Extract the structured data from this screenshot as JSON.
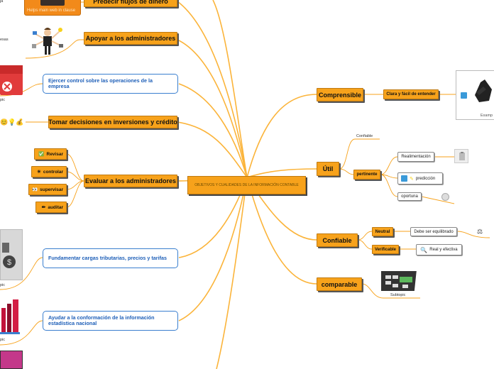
{
  "center": {
    "label": "OBJETIVOS Y CUALIDADES DE LA INFORMACIÓN CONTABLE"
  },
  "left": {
    "predecir": {
      "label": "Predecir flujos de dinero",
      "caption": "Helps main web in clause",
      "edge_text": "ja"
    },
    "apoyar": {
      "label": "Apoyar a los administradores",
      "side_text": "esas"
    },
    "ejercer": {
      "label": "Ejercer control sobre las operaciones de la empresa",
      "subtopic": "pic"
    },
    "tomar": {
      "label": "Tomar decisiones en inversiones y crédito",
      "emojis": "😊💡💰"
    },
    "evaluar": {
      "label": "Evaluar a los administradores",
      "children": [
        {
          "label": "Revisar",
          "icon": "check-icon",
          "glyph": "✅"
        },
        {
          "label": "controlar",
          "icon": "sun-icon",
          "glyph": "☀"
        },
        {
          "label": "supervisar",
          "icon": "eyes-icon",
          "glyph": "👀"
        },
        {
          "label": "auditar",
          "icon": "pencil-icon",
          "glyph": "✏"
        }
      ]
    },
    "fundamentar": {
      "label": "Fundamentar cargas tributarias, precios y tarifas",
      "subtopic": "pic"
    },
    "ayudar": {
      "label": "Ayudar a la conformación de la información estadística nacional",
      "subtopic": "pic"
    }
  },
  "right": {
    "comprensible": {
      "label": "Comprensible",
      "child": "Clara y fácil de entender",
      "image_caption": "Examp"
    },
    "util": {
      "label": "Útil",
      "confiable_text": "Confiable",
      "pertinente": {
        "label": "pertinente",
        "children": [
          {
            "label": "Realimentación",
            "icon": "clipboard-icon"
          },
          {
            "label": "predicción",
            "icon": "grid-icon"
          },
          {
            "label": "oportuna",
            "icon": "clock-icon"
          }
        ]
      }
    },
    "confiable": {
      "label": "Confiable",
      "children": [
        {
          "label": "Neutral",
          "detail": "Debe ser equilibrado",
          "icon": "scale-icon"
        },
        {
          "label": "Verificable",
          "detail": "Real y efectiva",
          "icon": "magnifier-icon"
        }
      ]
    },
    "comparable": {
      "label": "comparable",
      "subtopic": "Subtopic"
    }
  },
  "colors": {
    "branch": "#f7a21b",
    "branch_light": "#fbd27a",
    "blue": "#3a7fcf",
    "green_leaf": "#7bc043"
  }
}
